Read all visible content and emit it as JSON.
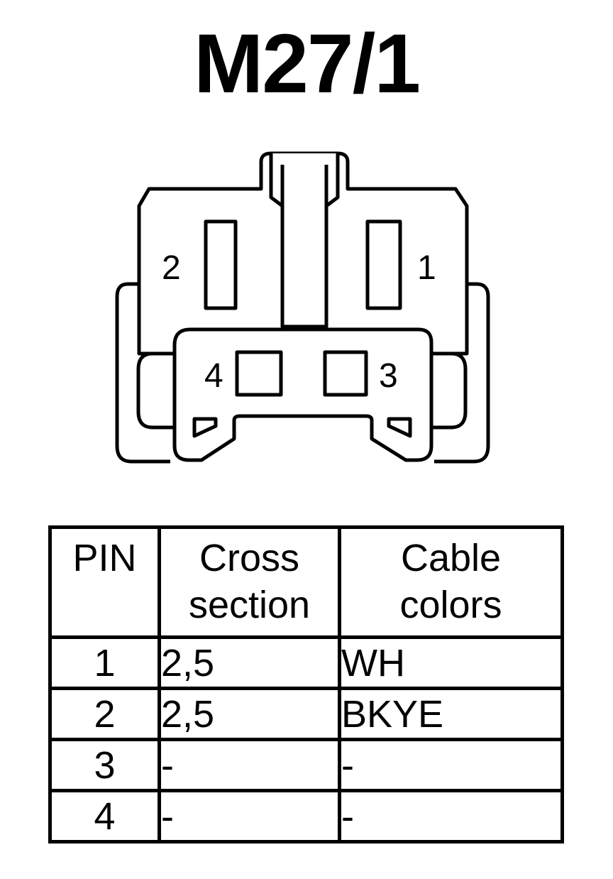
{
  "title": "M27/1",
  "connector": {
    "pin_labels": [
      "1",
      "2",
      "3",
      "4"
    ]
  },
  "table": {
    "headers": {
      "pin": "PIN",
      "cross_section": [
        "Cross",
        "section"
      ],
      "cable_colors": [
        "Cable",
        "colors"
      ]
    },
    "rows": [
      {
        "pin": "1",
        "cross_section": "2,5",
        "color": "WH"
      },
      {
        "pin": "2",
        "cross_section": "2,5",
        "color": "BKYE"
      },
      {
        "pin": "3",
        "cross_section": "-",
        "color": "-"
      },
      {
        "pin": "4",
        "cross_section": "-",
        "color": "-"
      }
    ]
  }
}
